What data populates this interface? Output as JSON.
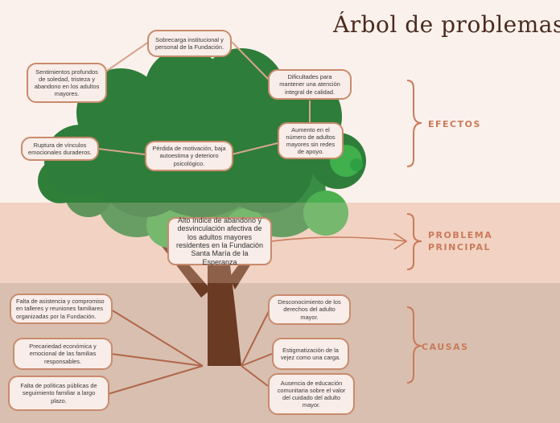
{
  "title": "Árbol de problemas",
  "sections": {
    "efectos": "EFECTOS",
    "problema_line1": "PROBLEMA",
    "problema_line2": "PRINCIPAL",
    "causas": "CAUSAS"
  },
  "efectos": {
    "sobrecarga": "Sobrecarga institucional y personal de la Fundación.",
    "sentimientos": "Sentimientos profundos de soledad, tristeza y abandono en los adultos mayores.",
    "dificultades": "Dificultades para mantener una atención integral de calidad.",
    "aumento": "Aumento en el número de adultos mayores sin redes de apoyo.",
    "ruptura": "Ruptura de vínculos emocionales duraderos.",
    "perdida": "Pérdida de motivación, baja autoestima y deterioro psicológico."
  },
  "problema": "Alto índice de abandono y desvinculación afectiva de los adultos mayores residentes en la Fundación Santa María de la Esperanza",
  "causas": {
    "falta_asistencia": "Falta de asistencia y compromiso en talleres y reuniones familiares organizadas por la Fundación.",
    "precariedad": "Precariedad económica y emocional de las familias responsables.",
    "falta_politicas": "Falta de políticas públicas de seguimiento familiar a largo plazo.",
    "desconocimiento": "Desconocimiento de los derechos del adulto mayor.",
    "estigmatizacion": "Estigmatización de la vejez como una carga.",
    "ausencia": "Ausencia de educación comunitaria sobre el valor del cuidado del adulto mayor."
  },
  "colors": {
    "band_efectos": "#fbf1ec",
    "band_problema": "#f2d2c2",
    "band_causas": "#d9bfb0",
    "accent": "#c87b5a",
    "box_border": "#c88b6d",
    "foliage_dark": "#2e7d3a",
    "foliage_light": "#4caf50",
    "trunk": "#6b3a22"
  }
}
